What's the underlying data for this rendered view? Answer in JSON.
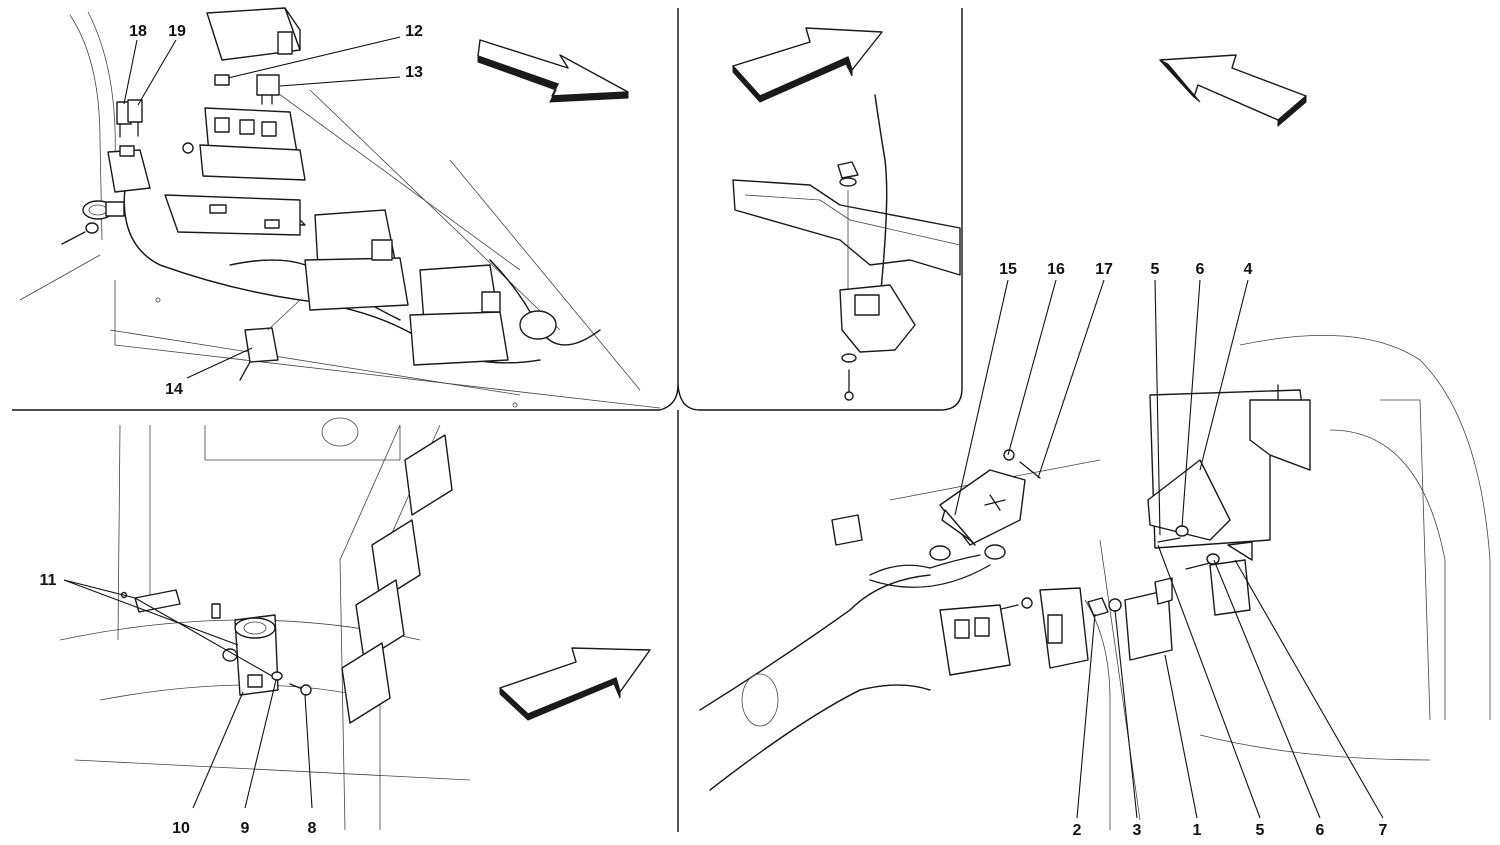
{
  "callouts": {
    "p1": "1",
    "p2": "2",
    "p3": "3",
    "p4": "4",
    "p5a": "5",
    "p5b": "5",
    "p6a": "6",
    "p6b": "6",
    "p7": "7",
    "p8": "8",
    "p9": "9",
    "p10": "10",
    "p11": "11",
    "p12": "12",
    "p13": "13",
    "p14": "14",
    "p15": "15",
    "p16": "16",
    "p17": "17",
    "p18": "18",
    "p19": "19"
  },
  "icons": {
    "direction": "direction-arrow-icon",
    "fuse_symbol": "plus-symbol"
  },
  "colors": {
    "line": "#1a1a1a",
    "background": "#ffffff"
  }
}
